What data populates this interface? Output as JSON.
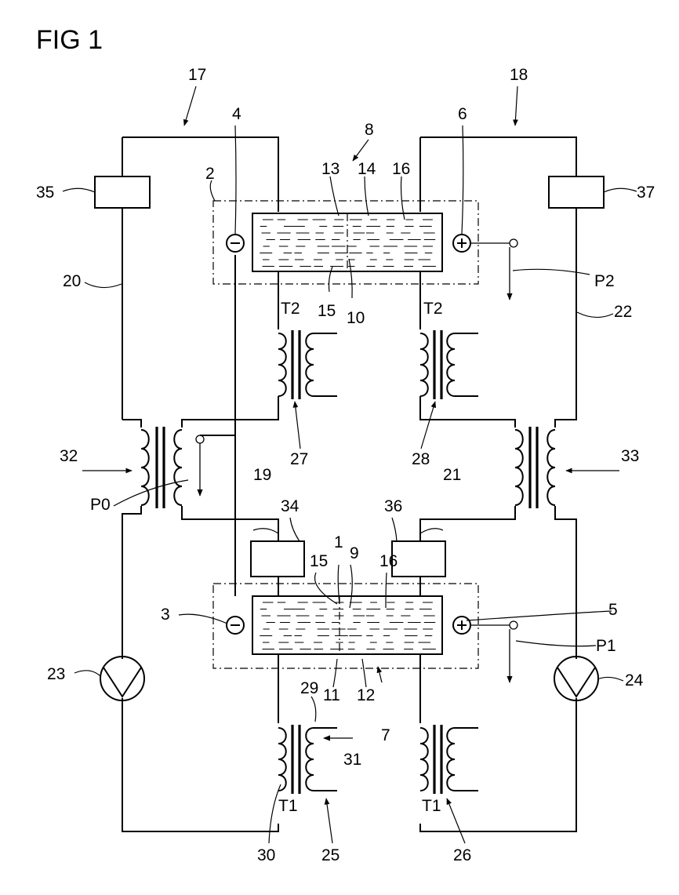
{
  "figure": {
    "title": "FIG 1"
  },
  "labels": {
    "n1": "1",
    "n2": "2",
    "n3": "3",
    "n4": "4",
    "n5": "5",
    "n6": "6",
    "n7": "7",
    "n8": "8",
    "n9": "9",
    "n10": "10",
    "n11": "11",
    "n12": "12",
    "n13": "13",
    "n14": "14",
    "n15a": "15",
    "n15b": "15",
    "n16a": "16",
    "n16b": "16",
    "n17": "17",
    "n18": "18",
    "n19": "19",
    "n20": "20",
    "n21": "21",
    "n22": "22",
    "n23": "23",
    "n24": "24",
    "n25": "25",
    "n26": "26",
    "n27": "27",
    "n28": "28",
    "n29": "29",
    "n30": "30",
    "n31": "31",
    "n32": "32",
    "n33": "33",
    "n34": "34",
    "n35": "35",
    "n36": "36",
    "n37": "37",
    "t2a": "T2",
    "t2b": "T2",
    "t1a": "T1",
    "t1b": "T1",
    "p0": "P0",
    "p1": "P1",
    "p2": "P2"
  },
  "symbols": {
    "minus": "−",
    "plus": "+"
  }
}
